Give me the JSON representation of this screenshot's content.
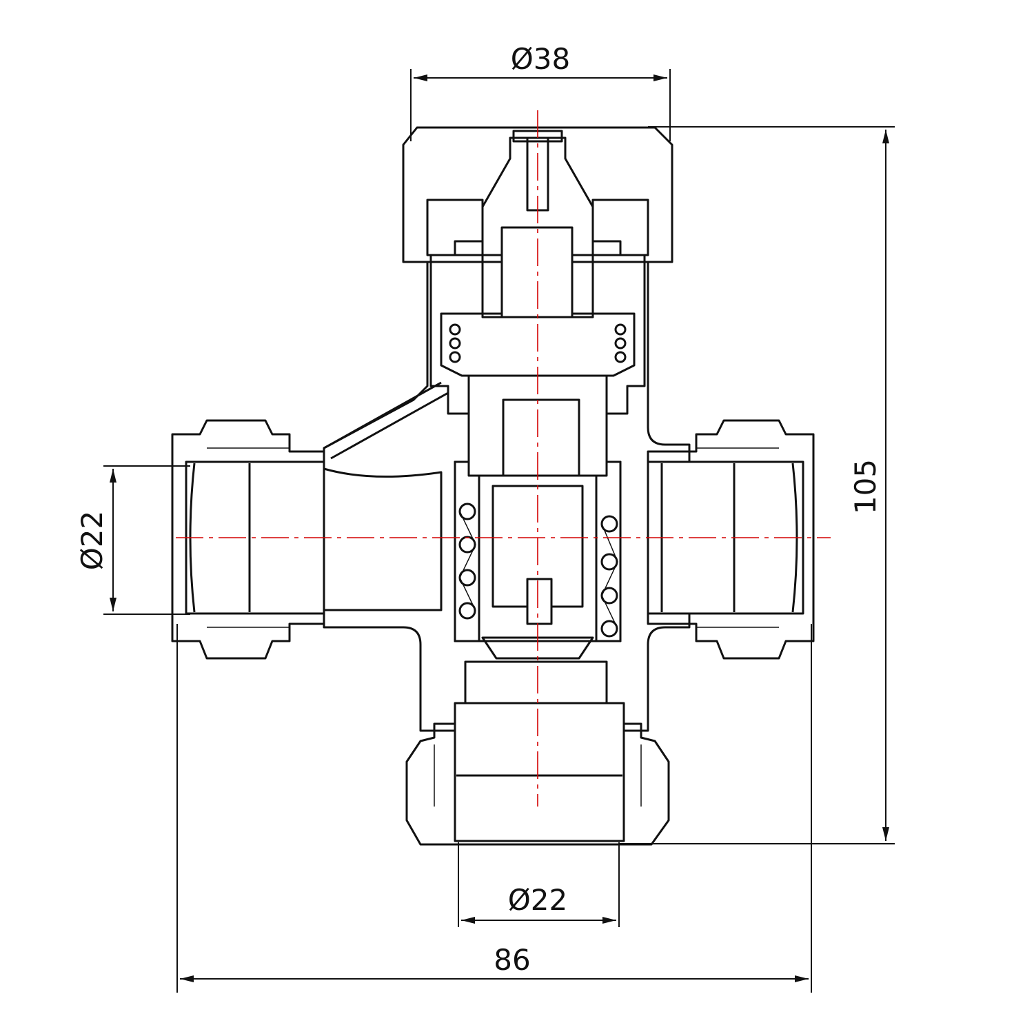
{
  "dimensions": {
    "top_diameter": "Ø38",
    "left_diameter": "Ø22",
    "bottom_diameter": "Ø22",
    "height": "105",
    "width": "86"
  },
  "colors": {
    "outline": "#111111",
    "center_line": "#d40000",
    "background": "#ffffff"
  }
}
